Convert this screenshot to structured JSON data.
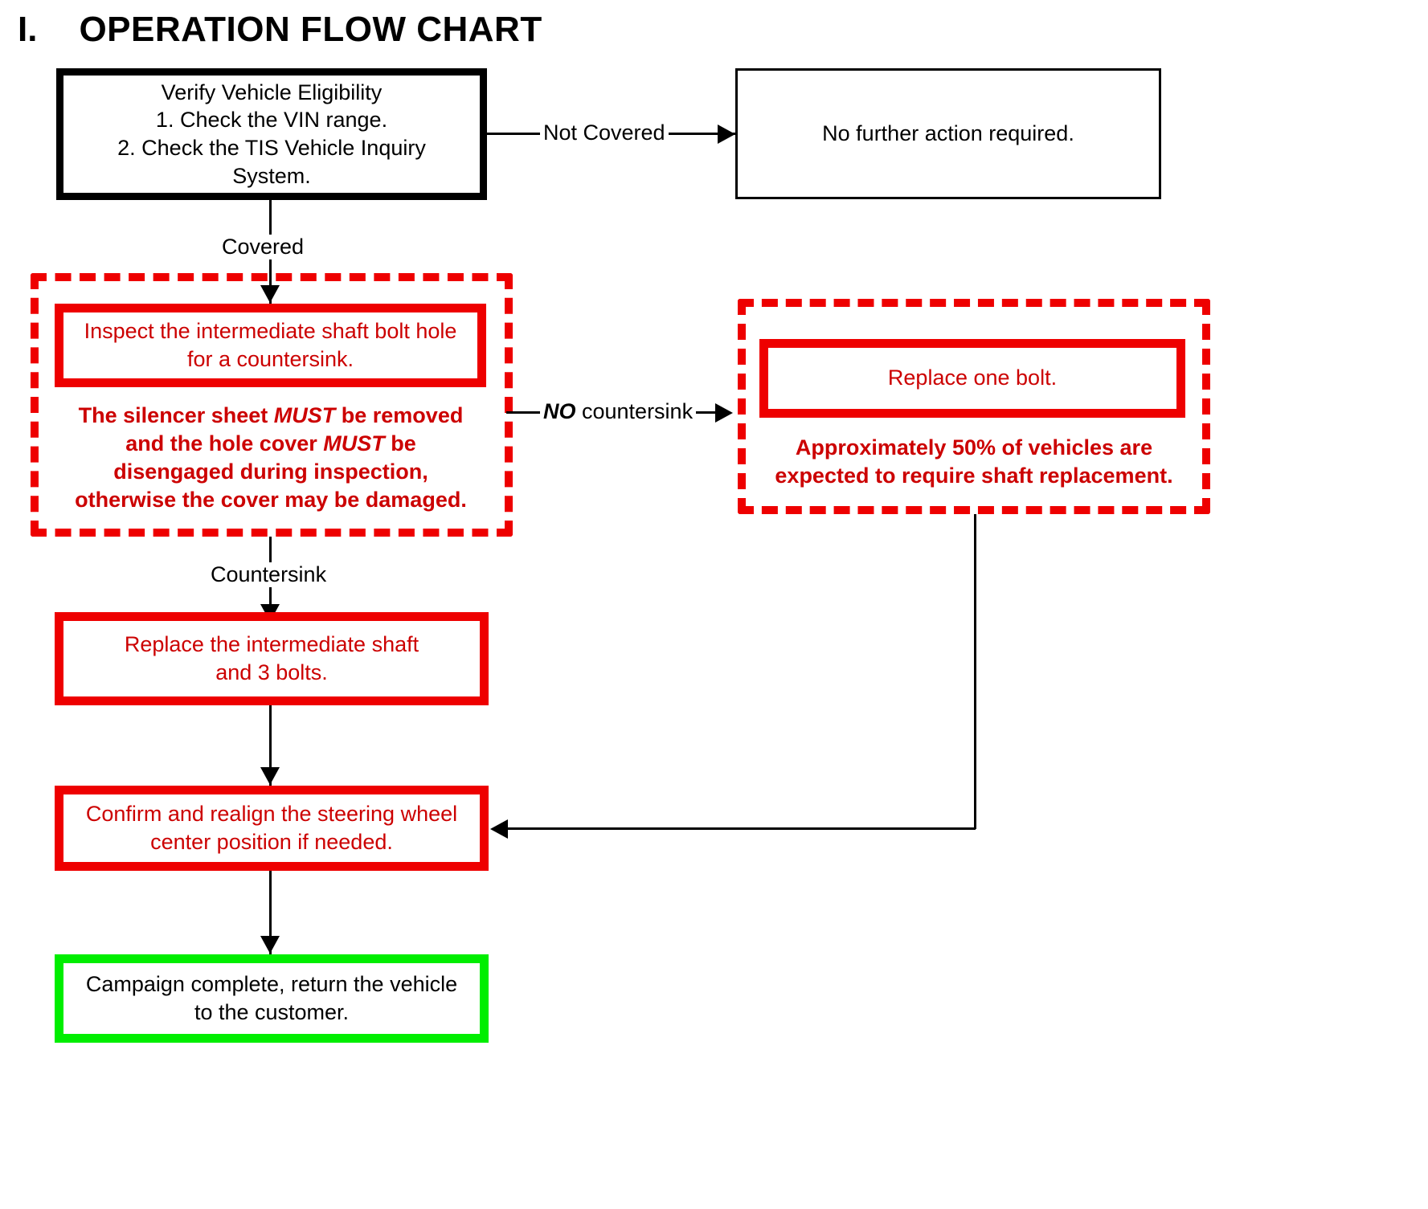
{
  "page": {
    "title_number": "I.",
    "title": "OPERATION FLOW CHART",
    "colors": {
      "red": "#ee0000",
      "red_text": "#cc0000",
      "green": "#00ee00",
      "black": "#000000",
      "background": "#ffffff"
    }
  },
  "nodes": {
    "verify": {
      "line1": "Verify Vehicle Eligibility",
      "line2": "1. Check the VIN range.",
      "line3": "2. Check the TIS Vehicle Inquiry",
      "line4": "System."
    },
    "no_action": {
      "line1": "No further action required."
    },
    "inspect": {
      "line1": "Inspect the intermediate shaft bolt hole",
      "line2": "for a countersink."
    },
    "inspect_warning": {
      "line1_a": "The silencer sheet ",
      "line1_em": "MUST",
      "line1_b": " be removed",
      "line2_a": "and the hole cover ",
      "line2_em": "MUST",
      "line2_b": " be",
      "line3": "disengaged during inspection,",
      "line4": "otherwise the cover may be damaged."
    },
    "replace_one_bolt": {
      "line1": "Replace one bolt."
    },
    "replace_one_bolt_warning": {
      "line1": "Approximately 50% of vehicles are",
      "line2": "expected to require shaft replacement."
    },
    "replace_shaft": {
      "line1": "Replace the intermediate shaft",
      "line2": "and 3 bolts."
    },
    "realign": {
      "line1": "Confirm and realign the steering wheel",
      "line2": "center position if needed."
    },
    "complete": {
      "line1": "Campaign complete, return the vehicle",
      "line2": "to the customer."
    }
  },
  "edges": {
    "not_covered": "Not Covered",
    "covered": "Covered",
    "no_countersink_em": "NO",
    "no_countersink_rest": " countersink",
    "countersink": "Countersink"
  }
}
